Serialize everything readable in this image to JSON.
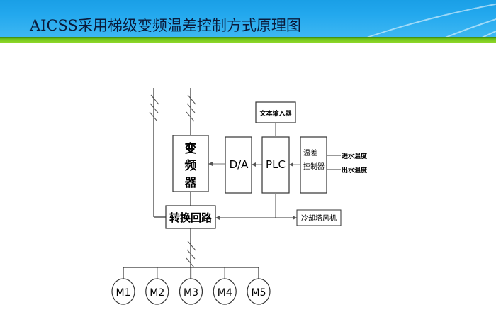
{
  "header": {
    "title": "AICSS采用梯级变频温差控制方式原理图"
  },
  "diagram": {
    "blocks": {
      "inverter": [
        "变",
        "频",
        "器"
      ],
      "da": "D/A",
      "plc": "PLC",
      "text_input": "文本输入器",
      "temp_controller": [
        "温差",
        "控制器"
      ],
      "switch_circuit": "转换回路",
      "cooling_fan": "冷却塔风机"
    },
    "inputs": {
      "inlet_temp": "进水温度",
      "outlet_temp": "出水温度"
    },
    "motors": [
      "M1",
      "M2",
      "M3",
      "M4",
      "M5"
    ]
  },
  "colors": {
    "header_blue": "#23a8ee",
    "header_green": "#6fc21a",
    "line": "#333333",
    "connector_gray": "#888888"
  }
}
